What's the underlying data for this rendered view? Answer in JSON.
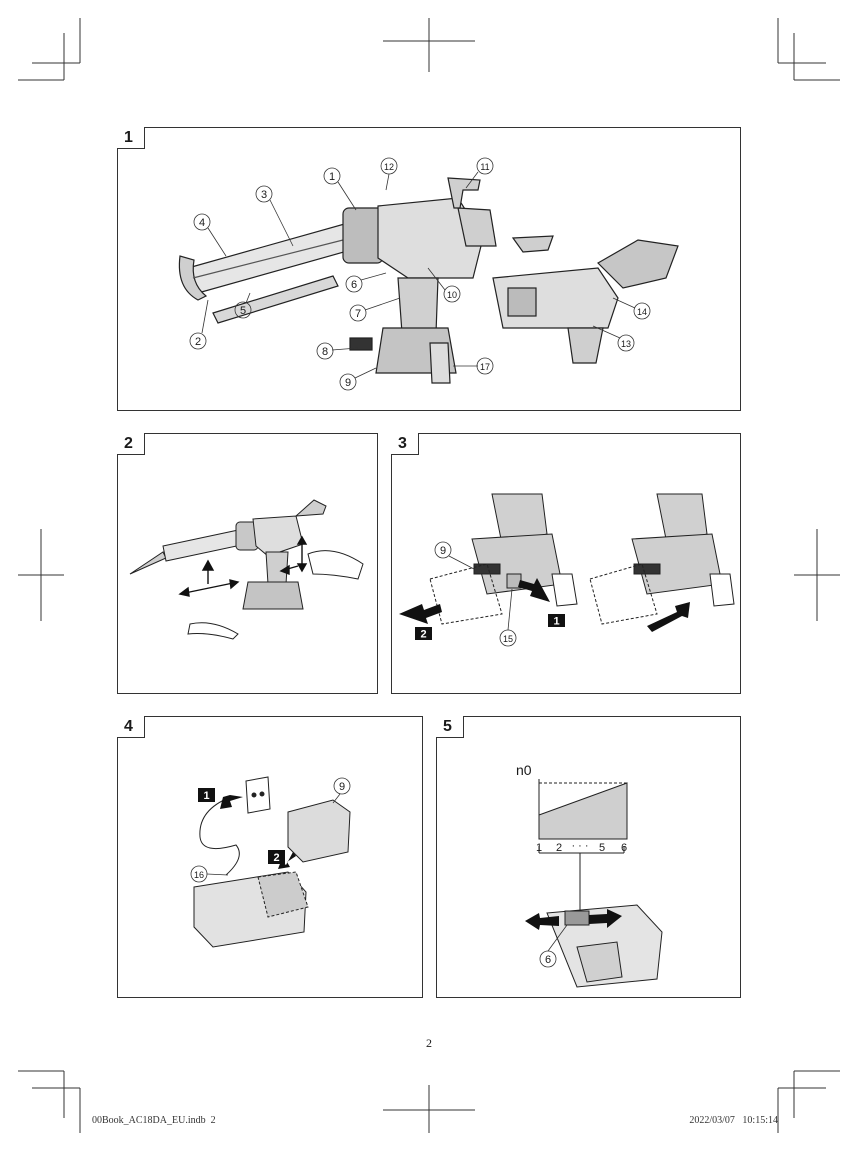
{
  "figures": [
    {
      "number": "1",
      "callouts": [
        "1",
        "2",
        "3",
        "4",
        "5",
        "6",
        "7",
        "8",
        "9",
        "10",
        "11",
        "12",
        "13",
        "14",
        "17"
      ]
    },
    {
      "number": "2"
    },
    {
      "number": "3",
      "callouts": [
        "9",
        "15"
      ],
      "steps": [
        "1",
        "2"
      ]
    },
    {
      "number": "4",
      "callouts": [
        "9",
        "16"
      ],
      "steps": [
        "1",
        "2"
      ]
    },
    {
      "number": "5",
      "callouts": [
        "6"
      ],
      "speed_label": "n0",
      "dial_marks": [
        "1",
        "2",
        "· · ·",
        "5",
        "6"
      ]
    }
  ],
  "page_number": "2",
  "footer": {
    "file": "00Book_AC18DA_EU.indb  2",
    "timestamp": "2022/03/07   10:15:14"
  }
}
